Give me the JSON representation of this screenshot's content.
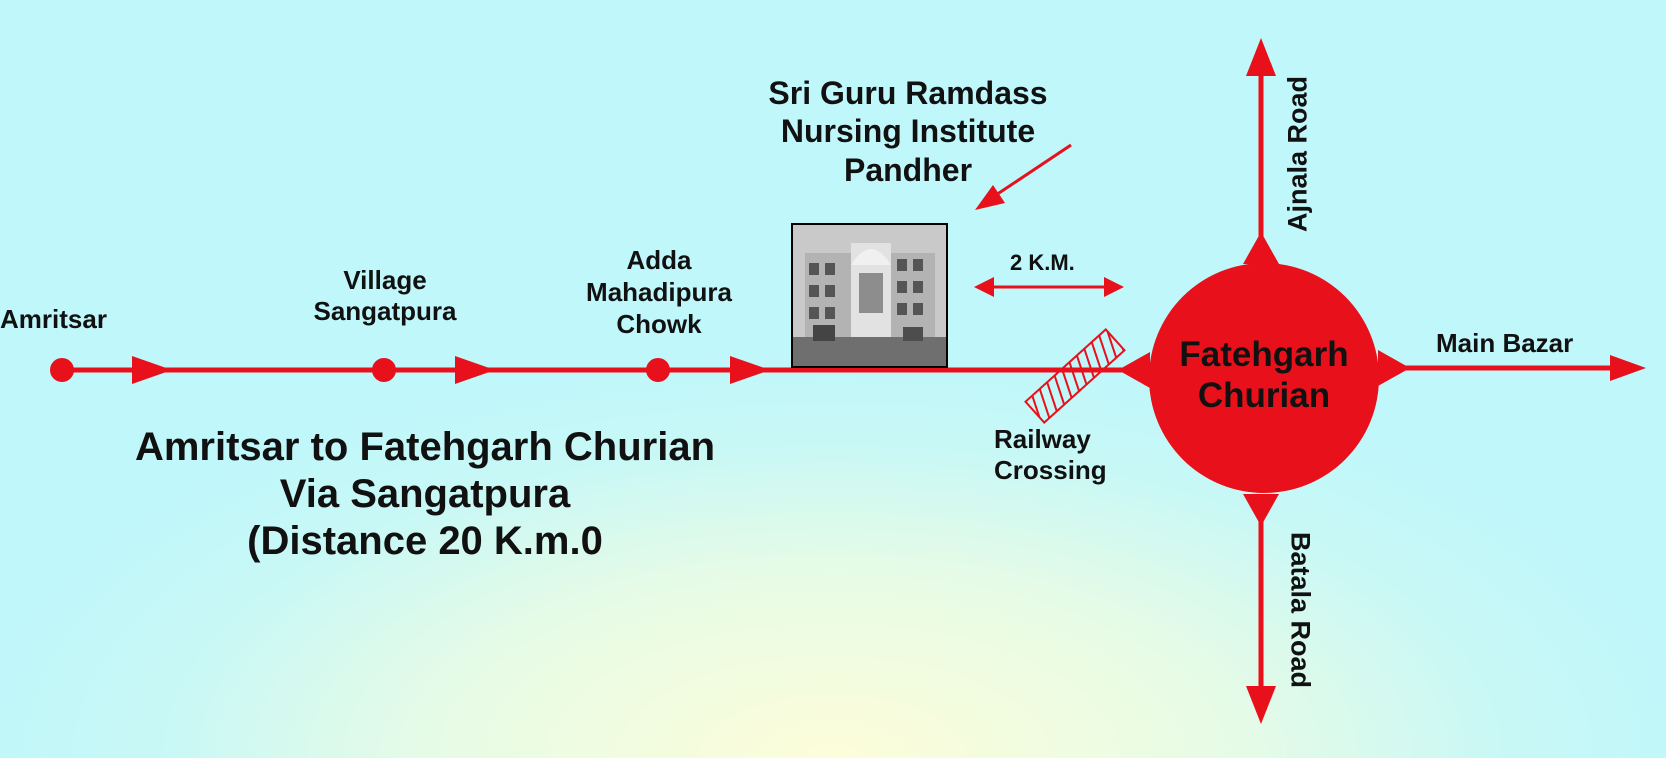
{
  "institute": {
    "lines": [
      "Sri Guru Ramdass",
      "Nursing Institute",
      "Pandher"
    ]
  },
  "stops": {
    "amritsar": "Amritsar",
    "sangatpura": [
      "Village",
      "Sangatpura"
    ],
    "mahadipura": [
      "Adda",
      "Mahadipura",
      "Chowk"
    ]
  },
  "distance_marker": "2 K.M.",
  "railway_crossing": [
    "Railway",
    "Crossing"
  ],
  "center": [
    "Fatehgarh",
    "Churian"
  ],
  "roads": {
    "north": "Ajnala Road",
    "south": "Batala Road",
    "east": "Main Bazar"
  },
  "route_description": [
    "Amritsar to Fatehgarh Churian",
    "Via Sangatpura",
    "(Distance 20 K.m.0"
  ],
  "colors": {
    "route": "#e8101a",
    "text": "#111111",
    "background_top": "#bff7fb",
    "background_bottom": "#fdfdd9"
  },
  "icons": {
    "building": "institute-building-photo",
    "crossing": "railway-crossing-hatch"
  }
}
